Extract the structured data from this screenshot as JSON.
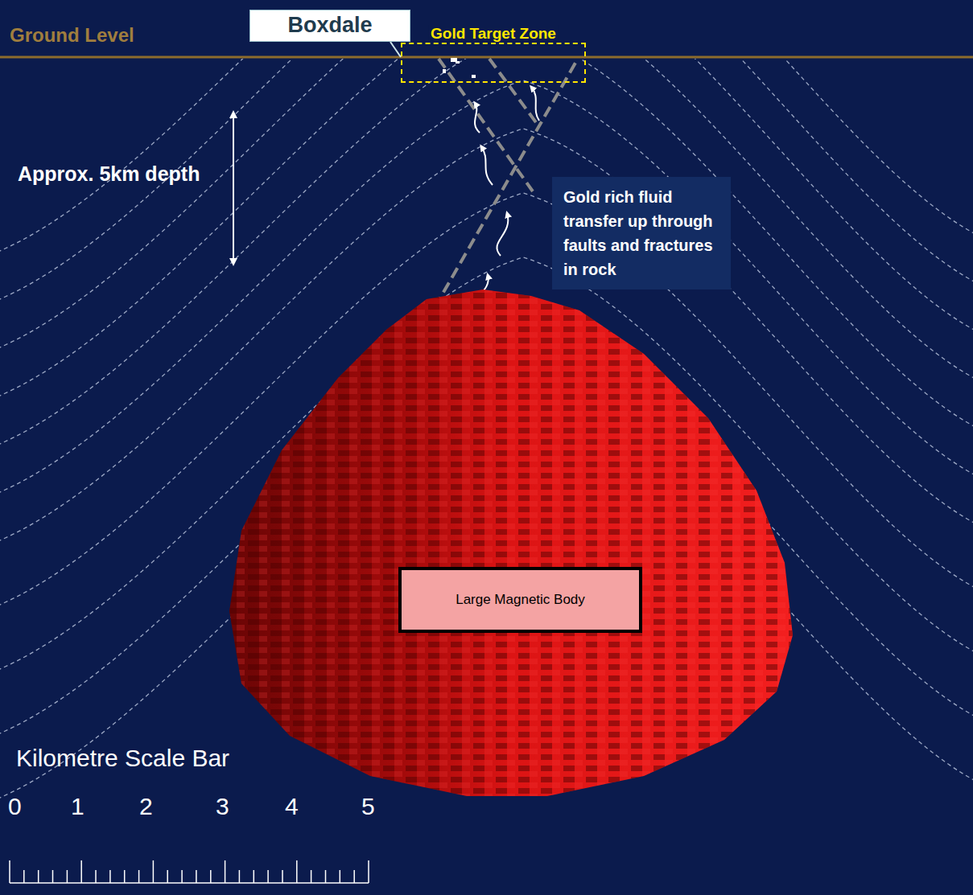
{
  "diagram": {
    "nodes": [
      {
        "text": [
          "Boxdale"
        ]
      },
      {
        "text": [
          "Gold Target Zone"
        ]
      },
      {
        "text": [
          "Gold rich fluid transfer up through faults and fractures in rock"
        ]
      },
      {
        "text": [
          "Large Magnetic Body"
        ]
      }
    ],
    "edges": [
      {
        "from": 0,
        "to": 1,
        "arrow": "none"
      }
    ],
    "labels": [
      "Ground Level",
      "Approx. 5km depth",
      "Kilometre Scale Bar",
      "0",
      "1",
      "2",
      "3",
      "4",
      "5"
    ]
  }
}
